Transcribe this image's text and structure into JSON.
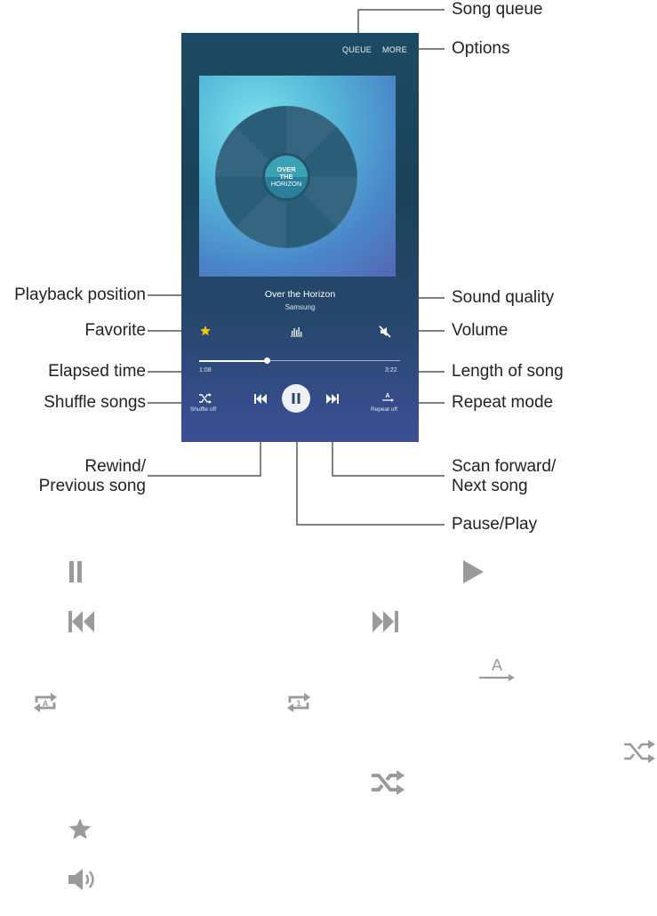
{
  "player": {
    "queue_button": "QUEUE",
    "more_button": "MORE",
    "album_art_text": [
      "OVER",
      "THE",
      "HORIZON"
    ],
    "song_title": "Over the Horizon",
    "artist": "Samsung",
    "elapsed_time": "1:08",
    "song_length": "3:22",
    "playback_progress": 0.337,
    "shuffle_label": "Shuffle off",
    "repeat_label": "Repeat off",
    "favorite_color": "#f5c400"
  },
  "callouts": {
    "song_queue": "Song queue",
    "options": "Options",
    "playback_position": "Playback position",
    "favorite": "Favorite",
    "elapsed_time": "Elapsed time",
    "shuffle_songs": "Shuffle songs",
    "rewind": [
      "Rewind/",
      "Previous song"
    ],
    "sound_quality": "Sound quality",
    "volume": "Volume",
    "length_of_song": "Length of song",
    "repeat_mode": "Repeat mode",
    "scan_forward": [
      "Scan forward/",
      "Next song"
    ],
    "pause_play": "Pause/Play"
  },
  "legend_icons": [
    "pause-icon",
    "play-icon",
    "previous-icon",
    "next-icon",
    "repeat-all-arrow-icon",
    "repeat-all-icon",
    "repeat-one-icon",
    "shuffle-off-icon",
    "shuffle-on-icon",
    "favorite-star-icon",
    "volume-icon"
  ]
}
